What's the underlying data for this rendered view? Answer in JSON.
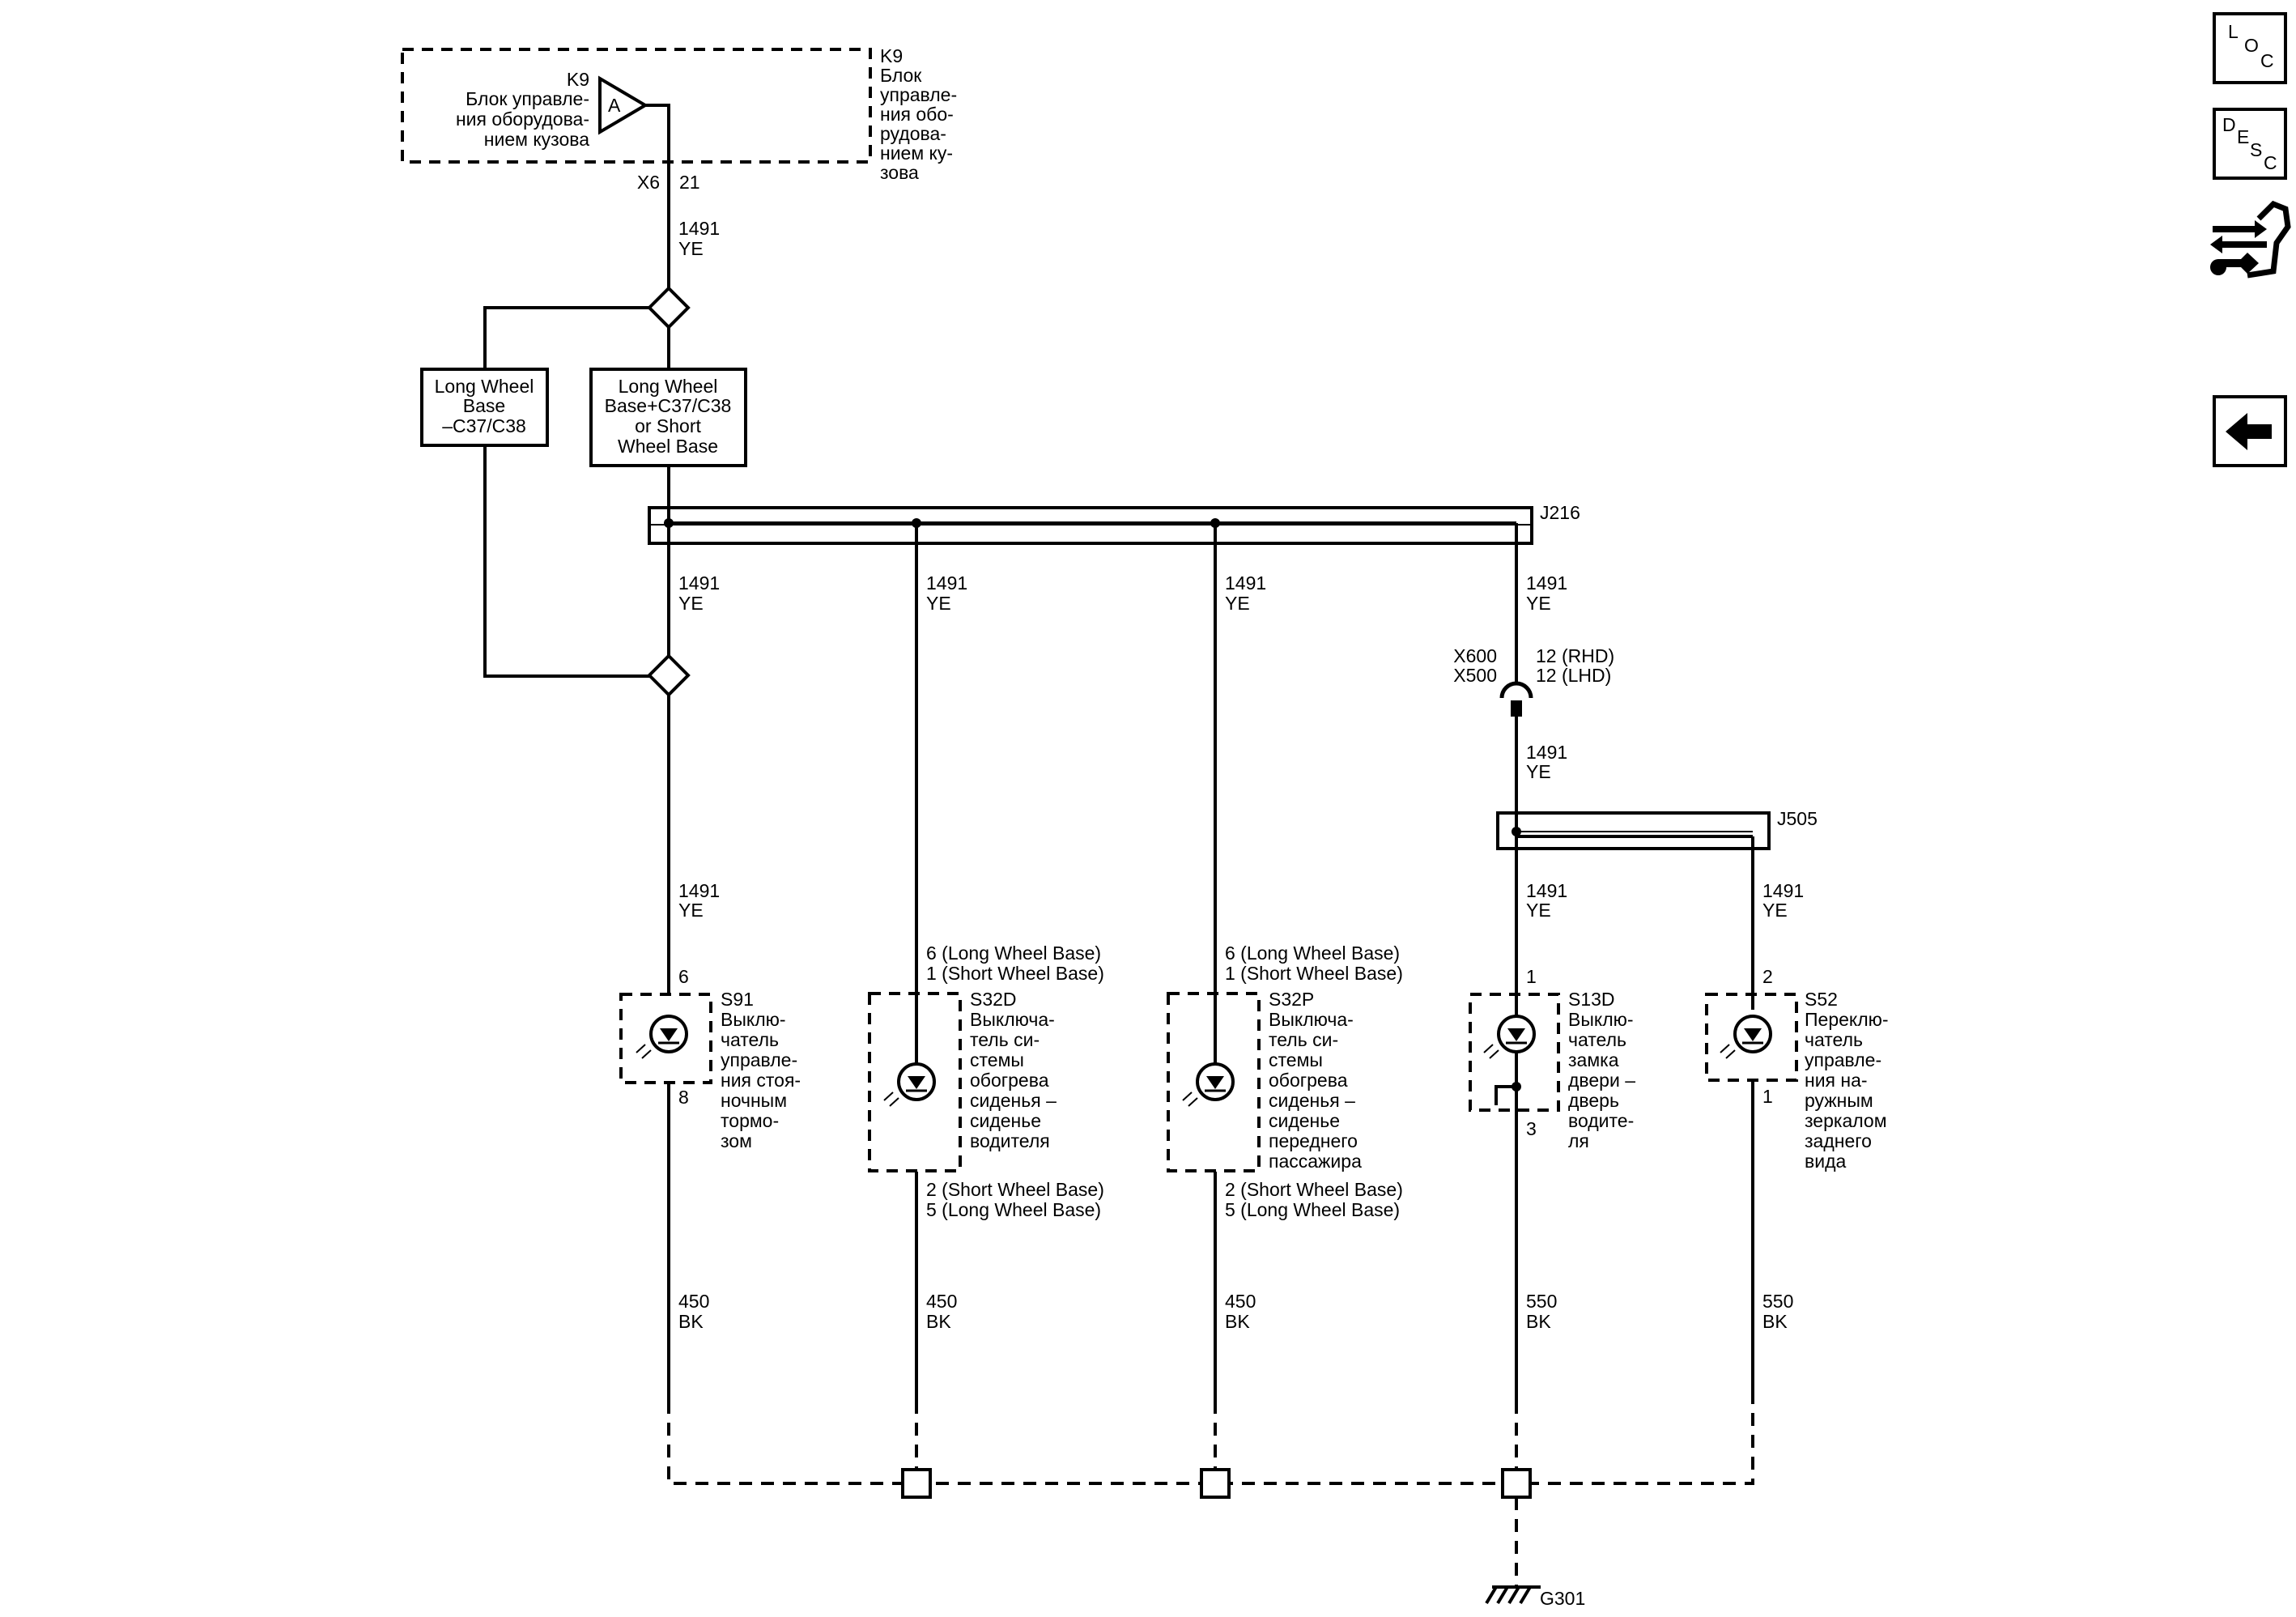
{
  "module": {
    "ref": "K9",
    "name_lines": [
      "Блок управле-",
      "ния оборудова-",
      "нием кузова"
    ],
    "side_lines": [
      "Блок",
      "управле-",
      "ния обо-",
      "рудова-",
      "нием ку-",
      "зова"
    ],
    "symbol": "A",
    "connector": "X6",
    "pin": "21"
  },
  "options": {
    "left": [
      "Long Wheel",
      "Base",
      "–C37/C38"
    ],
    "right": [
      "Long Wheel",
      "Base+C37/C38",
      "or Short",
      "Wheel Base"
    ]
  },
  "junctions": {
    "j216": "J216",
    "j505": "J505"
  },
  "inline_connector": {
    "ref_a": "X600",
    "ref_b": "X500",
    "pin_a": "12 (RHD)",
    "pin_b": "12 (LHD)"
  },
  "wires": {
    "trunk": {
      "num": "1491",
      "color": "YE"
    },
    "after_inline": {
      "num": "1491",
      "color": "YE"
    },
    "branches": [
      {
        "num": "1491",
        "color": "YE"
      },
      {
        "num": "1491",
        "color": "YE"
      },
      {
        "num": "1491",
        "color": "YE"
      },
      {
        "num": "1491",
        "color": "YE"
      }
    ],
    "upper_s91": {
      "num": "1491",
      "color": "YE"
    },
    "upper_s13d": {
      "num": "1491",
      "color": "YE"
    },
    "upper_s52": {
      "num": "1491",
      "color": "YE"
    },
    "ground": [
      {
        "num": "450",
        "color": "BK"
      },
      {
        "num": "450",
        "color": "BK"
      },
      {
        "num": "450",
        "color": "BK"
      },
      {
        "num": "550",
        "color": "BK"
      },
      {
        "num": "550",
        "color": "BK"
      }
    ]
  },
  "switches": {
    "s91": {
      "ref": "S91",
      "pin_top": "6",
      "pin_bottom": "8",
      "name_lines": [
        "Выклю-",
        "чатель",
        "управле-",
        "ния стоя-",
        "ночным",
        "тормо-",
        "зом"
      ]
    },
    "s32d": {
      "ref": "S32D",
      "pin_top_1": "6 (Long Wheel Base)",
      "pin_top_2": "1 (Short Wheel Base)",
      "pin_bottom_1": "2 (Short Wheel Base)",
      "pin_bottom_2": "5 (Long Wheel Base)",
      "name_lines": [
        "Выключа-",
        "тель си-",
        "стемы",
        "обогрева",
        "сиденья –",
        "сиденье",
        "водителя"
      ]
    },
    "s32p": {
      "ref": "S32P",
      "pin_top_1": "6 (Long Wheel Base)",
      "pin_top_2": "1 (Short Wheel Base)",
      "pin_bottom_1": "2 (Short Wheel Base)",
      "pin_bottom_2": "5 (Long Wheel Base)",
      "name_lines": [
        "Выключа-",
        "тель си-",
        "стемы",
        "обогрева",
        "сиденья –",
        "сиденье",
        "переднего",
        "пассажира"
      ]
    },
    "s13d": {
      "ref": "S13D",
      "pin_top": "1",
      "pin_bottom": "3",
      "name_lines": [
        "Выклю-",
        "чатель",
        "замка",
        "двери –",
        "дверь",
        "водите-",
        "ля"
      ]
    },
    "s52": {
      "ref": "S52",
      "pin_top": "2",
      "pin_bottom": "1",
      "name_lines": [
        "Переклю-",
        "чатель",
        "управле-",
        "ния на-",
        "ружным",
        "зеркалом",
        "заднего",
        "вида"
      ]
    }
  },
  "ground": {
    "ref": "G301"
  },
  "nav": {
    "loc": [
      "L",
      "O",
      "C"
    ],
    "desc": [
      "D",
      "E",
      "S",
      "C"
    ],
    "back_icon": "arrow-left-icon",
    "service_icon": "connector-service-icon"
  }
}
